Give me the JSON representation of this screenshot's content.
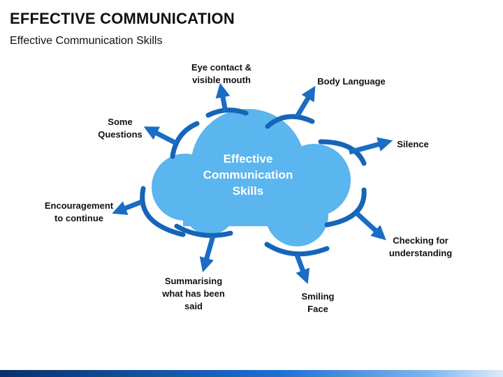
{
  "slide": {
    "title": "EFFECTIVE COMMUNICATION",
    "subtitle": "Effective Communication Skills"
  },
  "colors": {
    "cloud": "#5bb5ee",
    "arc": "#1565b8",
    "arrow": "#1a6cc4",
    "text": "#111111"
  },
  "diagram": {
    "center": "Effective\nCommunication\nSkills",
    "items": [
      {
        "id": "eye-contact",
        "label": "Eye contact &\nvisible mouth"
      },
      {
        "id": "body-language",
        "label": "Body Language"
      },
      {
        "id": "silence",
        "label": "Silence"
      },
      {
        "id": "checking-understanding",
        "label": "Checking for\nunderstanding"
      },
      {
        "id": "smiling-face",
        "label": "Smiling\nFace"
      },
      {
        "id": "summarising",
        "label": "Summarising\nwhat has been\nsaid"
      },
      {
        "id": "encouragement",
        "label": "Encouragement\nto continue"
      },
      {
        "id": "some-questions",
        "label": "Some\nQuestions"
      }
    ]
  }
}
